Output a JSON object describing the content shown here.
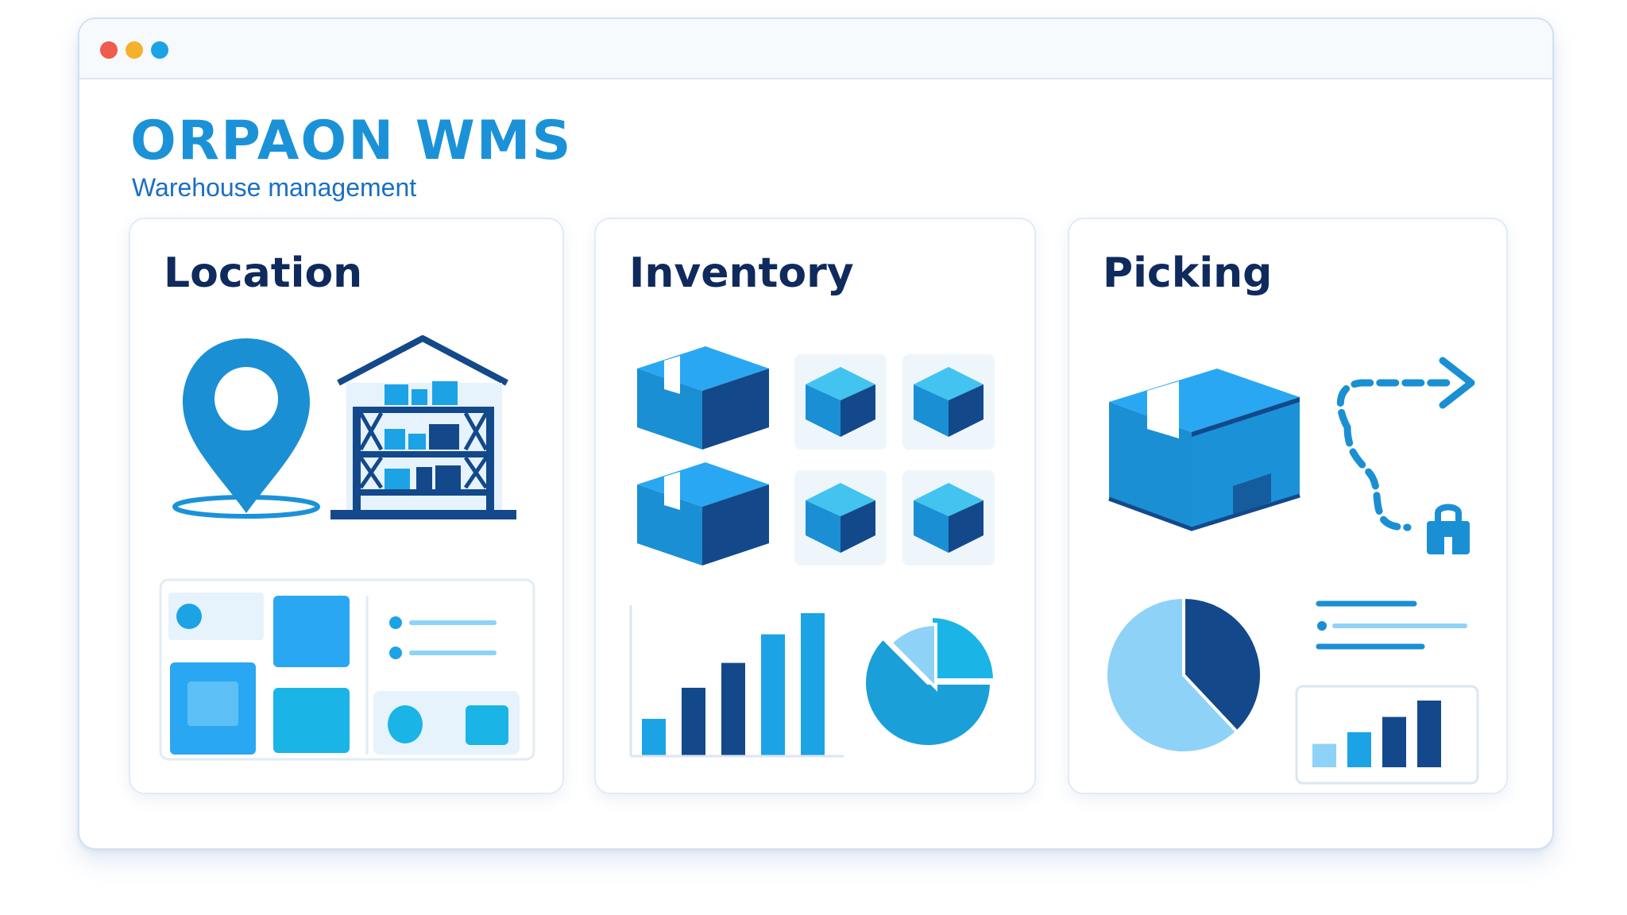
{
  "window": {
    "controls": [
      {
        "name": "close",
        "color": "#f05a4f"
      },
      {
        "name": "minimize",
        "color": "#f6b12a"
      },
      {
        "name": "zoom",
        "color": "#1ba3e6"
      }
    ]
  },
  "header": {
    "title": "ORPAON WMS",
    "subtitle": "Warehouse management"
  },
  "cards": {
    "location": {
      "title": "Location",
      "icons": [
        "map-pin-icon",
        "warehouse-icon",
        "layout-grid-icon"
      ]
    },
    "inventory": {
      "title": "Inventory",
      "icons": [
        "box-icon",
        "cube-icon"
      ],
      "bar_chart": {
        "values": [
          3,
          5.5,
          7.5,
          9.8,
          11.5
        ]
      },
      "pie_chart": {
        "values": [
          24,
          60,
          12
        ]
      }
    },
    "picking": {
      "title": "Picking",
      "icons": [
        "package-icon",
        "route-arrow-icon",
        "shopping-bag-icon"
      ],
      "pie_chart": {
        "values": [
          38,
          62
        ]
      },
      "bar_chart": {
        "values": [
          2,
          3,
          4.3,
          5.7
        ]
      }
    }
  },
  "colors": {
    "brand": "#1b92d8",
    "subtitle": "#1a6fc2",
    "heading": "#0f2a5c",
    "navy": "#13498a",
    "blue": "#1ba3e6",
    "light_blue": "#8fd2f7",
    "pale": "#e6f3fc"
  }
}
